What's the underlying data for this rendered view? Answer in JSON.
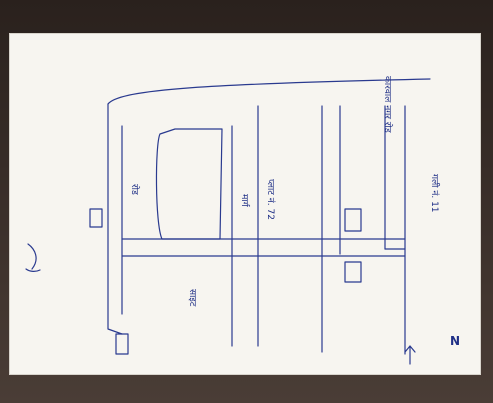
{
  "map": {
    "north_label": "N",
    "labels": {
      "top_road": "कारवाल नगर रोड",
      "right_title": "गली नं. 11",
      "location_note": "प्लाट नं. 72",
      "center_left": "रोड",
      "center_mid": "मार्ग",
      "plot_site": "साइट"
    }
  },
  "colors": {
    "ink": "#2a3a8f",
    "paper": "#f7f5f0",
    "background": "#3a2f29"
  }
}
